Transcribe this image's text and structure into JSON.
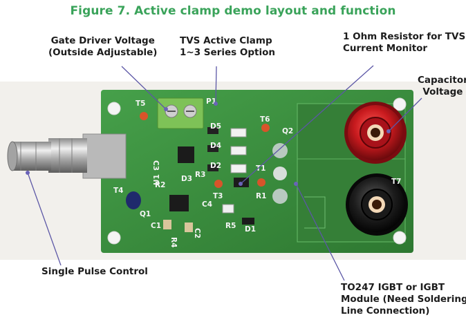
{
  "figure": {
    "title": "Figure 7. Active clamp demo layout and function",
    "title_color": "#3aa35a"
  },
  "callouts": [
    {
      "id": "gate",
      "lines": [
        "Gate Driver Voltage",
        "(Outside Adjustable)"
      ]
    },
    {
      "id": "tvs",
      "lines": [
        "TVS Active Clamp",
        "1~3 Series Option"
      ]
    },
    {
      "id": "resistor",
      "lines": [
        "1 Ohm Resistor for TVS",
        "Current Monitor"
      ]
    },
    {
      "id": "capacitor",
      "lines": [
        "Capacitor",
        "Voltage"
      ]
    },
    {
      "id": "pulse",
      "lines": [
        "Single Pulse Control"
      ]
    },
    {
      "id": "igbt",
      "lines": [
        "TO247 IGBT or IGBT",
        "Module (Need Soldering",
        "Line Connection)"
      ]
    }
  ],
  "board_labels": [
    "T5",
    "P1",
    "D5",
    "T6",
    "Q2",
    "D4",
    "D2",
    "T1",
    "C3",
    "D3",
    "R3",
    "T7",
    "T4",
    "R2",
    "T3",
    "R1",
    "U1",
    "C4",
    "Q1",
    "C1",
    "R4",
    "C2",
    "R5",
    "D1"
  ],
  "colors": {
    "pcb": "#3b8a3e",
    "pcb_dark": "#2f7232",
    "terminal_block": "#7ec257",
    "red_post": "#c0141c",
    "black_post": "#1a1a1a",
    "bnc_metal": "#c6c6c6",
    "callout_line": "#5c57a6"
  }
}
